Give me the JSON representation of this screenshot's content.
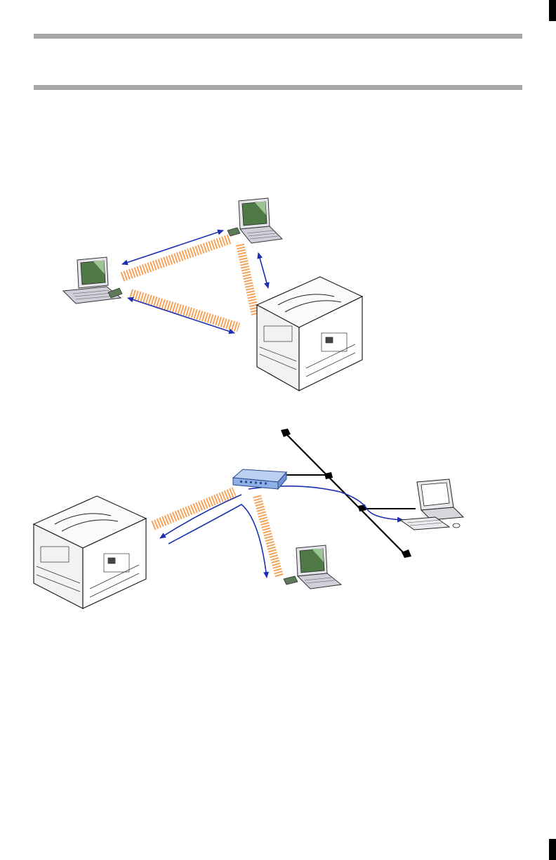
{
  "page": {
    "rule_color": "#a6a6a6",
    "tab_color": "#000000"
  },
  "diagrams": [
    {
      "name": "ad-hoc-wireless",
      "nodes": [
        "laptop",
        "laptop",
        "printer"
      ],
      "links": [
        {
          "from": 0,
          "to": 1,
          "kind": "wireless"
        },
        {
          "from": 0,
          "to": 2,
          "kind": "wireless"
        },
        {
          "from": 1,
          "to": 2,
          "kind": "wireless"
        }
      ]
    },
    {
      "name": "infrastructure-wireless",
      "nodes": [
        "printer",
        "access-point",
        "laptop",
        "desktop-pc",
        "wired-network"
      ],
      "links": [
        {
          "from": 1,
          "to": 0,
          "kind": "wireless"
        },
        {
          "from": 1,
          "to": 2,
          "kind": "wireless"
        },
        {
          "from": 1,
          "to": 4,
          "kind": "wired"
        },
        {
          "from": 3,
          "to": 4,
          "kind": "wired"
        }
      ]
    }
  ],
  "colors": {
    "signal": "#f08a2c",
    "arrow": "#1c2fb0",
    "screen": "#4f7a45",
    "device_fill": "#d8d8e2",
    "access_point": "#8fb0e6"
  }
}
